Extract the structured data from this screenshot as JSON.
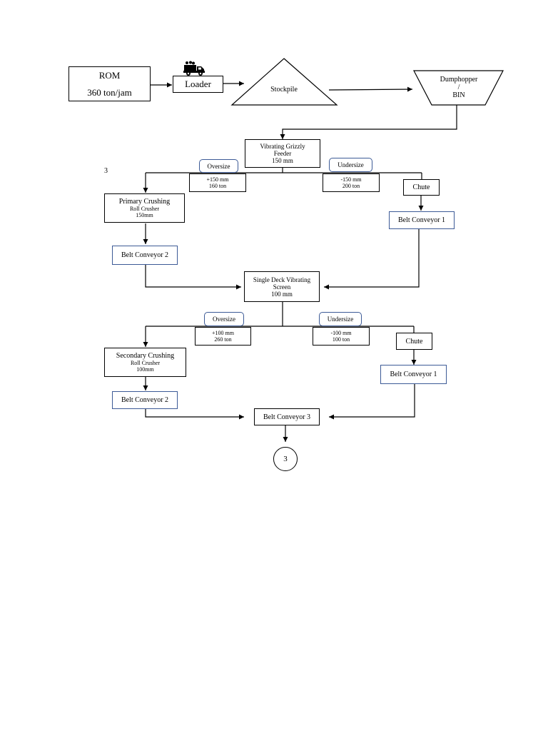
{
  "source": {
    "title": "ROM",
    "rate": "360 ton/jam"
  },
  "loader": {
    "label": "Loader",
    "icon": "dump-truck-icon"
  },
  "stockpile": {
    "label": "Stockpile"
  },
  "bin": {
    "line1": "Dumphopper",
    "line2": "/",
    "line3": "BIN"
  },
  "stage1": {
    "screen": {
      "line1": "Vibrating Grizzly",
      "line2": "Feeder",
      "line3": "150 mm"
    },
    "side_number": "3",
    "oversize": {
      "label": "Oversize",
      "size": "+150 mm",
      "tonnage": "160 ton"
    },
    "undersize": {
      "label": "Undersize",
      "size": "-150 mm",
      "tonnage": "200 ton"
    },
    "crusher": {
      "title": "Primary Crushing",
      "type": "Roll Crusher",
      "size": "150mm"
    },
    "chute": "Chute",
    "conveyor_right": "Belt Conveyor 1",
    "conveyor_left": "Belt Conveyor 2"
  },
  "stage2": {
    "screen": {
      "line1": "Single Deck Vibrating",
      "line2": "Screen",
      "line3": "100 mm"
    },
    "oversize": {
      "label": "Oversize",
      "size": "+100 mm",
      "tonnage": "260 ton"
    },
    "undersize": {
      "label": "Undersize",
      "size": "-100 mm",
      "tonnage": "100 ton"
    },
    "crusher": {
      "title": "Secondary Crushing",
      "type": "Roll Crusher",
      "size": "100mm"
    },
    "chute": "Chute",
    "conveyor_right": "Belt Conveyor 1",
    "conveyor_left": "Belt Conveyor 2"
  },
  "final_conveyor": "Belt Conveyor 3",
  "connector": "3",
  "colors": {
    "line": "#000000",
    "blue_border": "#3c5a96",
    "background": "#ffffff"
  }
}
